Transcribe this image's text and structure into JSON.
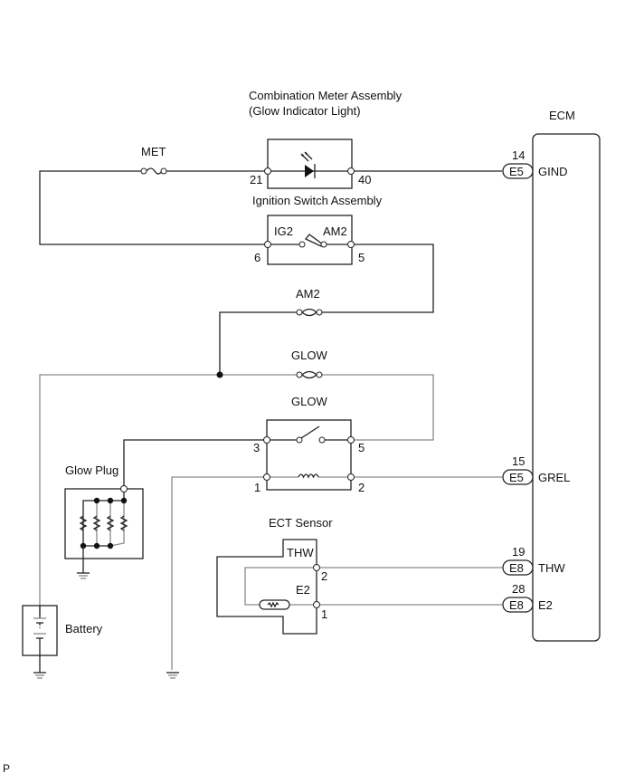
{
  "diagram": {
    "components": {
      "combination_meter": {
        "title_line1": "Combination Meter Assembly",
        "title_line2": "(Glow Indicator Light)",
        "pin_in": "21",
        "pin_out": "40"
      },
      "ignition_switch": {
        "title": "Ignition Switch Assembly",
        "label_left": "IG2",
        "label_right": "AM2",
        "pin_left": "6",
        "pin_right": "5"
      },
      "glow_relay": {
        "title": "GLOW",
        "pin_3": "3",
        "pin_5": "5",
        "pin_1": "1",
        "pin_2": "2"
      },
      "glow_plug": {
        "title": "Glow Plug"
      },
      "ect_sensor": {
        "title": "ECT Sensor",
        "label_thw": "THW",
        "label_e2": "E2",
        "pin_2": "2",
        "pin_1": "1"
      },
      "battery": {
        "title": "Battery"
      },
      "ecm": {
        "title": "ECM",
        "terminals": [
          {
            "pin": "14",
            "connector": "E5",
            "signal": "GIND"
          },
          {
            "pin": "15",
            "connector": "E5",
            "signal": "GREL"
          },
          {
            "pin": "19",
            "connector": "E8",
            "signal": "THW"
          },
          {
            "pin": "28",
            "connector": "E8",
            "signal": "E2"
          }
        ]
      }
    },
    "fuses": {
      "met": "MET",
      "am2": "AM2",
      "glow": "GLOW"
    },
    "corner_mark": "P"
  }
}
